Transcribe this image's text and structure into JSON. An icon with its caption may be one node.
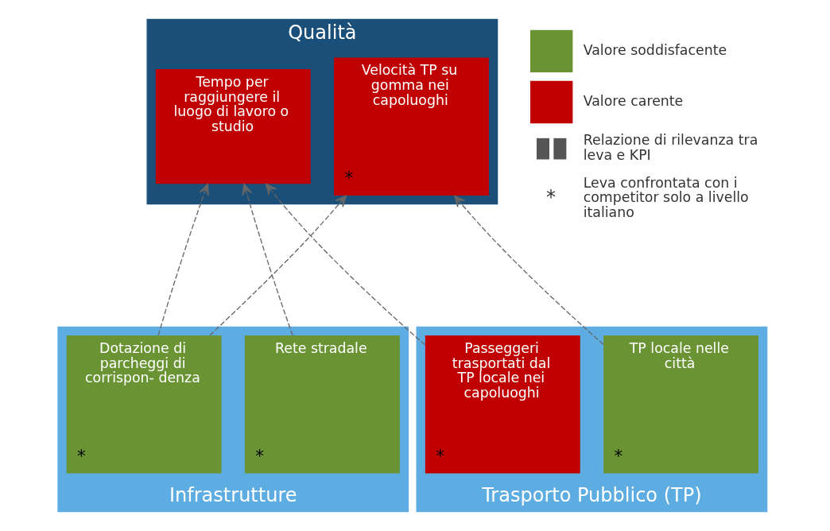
{
  "diagram": {
    "nodes": [
      {
        "text": [
          "Qualità"
        ]
      },
      {
        "text": [
          "Tempo per raggiungere il luogo di lavoro o studio"
        ],
        "in": 0
      },
      {
        "text": [
          "Velocità TP su gomma nei capoluoghi",
          "*"
        ],
        "in": 0
      },
      {
        "text": [
          "Infrastrutture"
        ]
      },
      {
        "text": [
          "Dotazione di parcheggi di corrispon- denza",
          "*"
        ],
        "in": 3
      },
      {
        "text": [
          "Rete stradale",
          "*"
        ],
        "in": 3
      },
      {
        "text": [
          "Trasporto Pubblico (TP)"
        ]
      },
      {
        "text": [
          "Passeggeri trasportati dal TP locale nei capoluoghi",
          "*"
        ],
        "in": 6
      },
      {
        "text": [
          "TP locale nelle città",
          "*"
        ],
        "in": 6
      }
    ],
    "edges": [
      {
        "from": 4,
        "to": 1,
        "arrow": "to",
        "style": "dashed"
      },
      {
        "from": 5,
        "to": 1,
        "arrow": "to",
        "style": "dashed"
      },
      {
        "from": 7,
        "to": 1,
        "arrow": "to",
        "style": "dashed"
      },
      {
        "from": 4,
        "to": 2,
        "arrow": "to",
        "style": "dashed"
      },
      {
        "from": 8,
        "to": 2,
        "arrow": "to",
        "style": "dashed"
      }
    ],
    "labels": [
      "*"
    ],
    "legend": [
      {
        "text": "Valore soddisfacente",
        "color": "#6a9333"
      },
      {
        "text": "Valore carente",
        "color": "#c00000"
      },
      {
        "text": "Relazione di rilevanza tra leva e KPI"
      },
      {
        "text": "Leva confrontata con i competitor solo a livello italiano"
      }
    ]
  }
}
